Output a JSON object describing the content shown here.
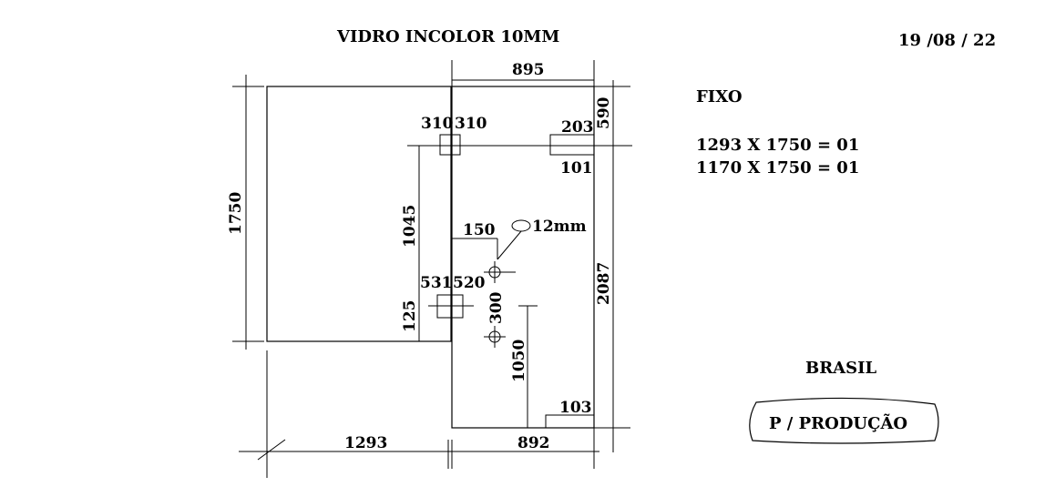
{
  "header": {
    "title": "VIDRO INCOLOR 10MM",
    "date": "19 /08 / 22"
  },
  "info": {
    "section_label": "FIXO",
    "line1": "1293 X 1750 = 01",
    "line2": "1170 X 1750 = 01",
    "country": "BRASIL",
    "stamp": "P / PRODUÇÃO"
  },
  "dimensions": {
    "left_height": "1750",
    "bottom_left_width": "1293",
    "top_right_width": "895",
    "bottom_right_width": "892",
    "right_height": "2087",
    "top_right_notch_height": "590",
    "notch_203": "203",
    "notch_101": "101",
    "hinge_top_left": "310",
    "hinge_top_right": "310",
    "hinge_mid_left": "531",
    "hinge_mid_right": "520",
    "vertical_1045": "1045",
    "vertical_125": "125",
    "offset_150": "150",
    "hole_diameter": "12mm",
    "hole_spacing": "300",
    "hole_height": "1050",
    "bottom_notch": "103"
  }
}
